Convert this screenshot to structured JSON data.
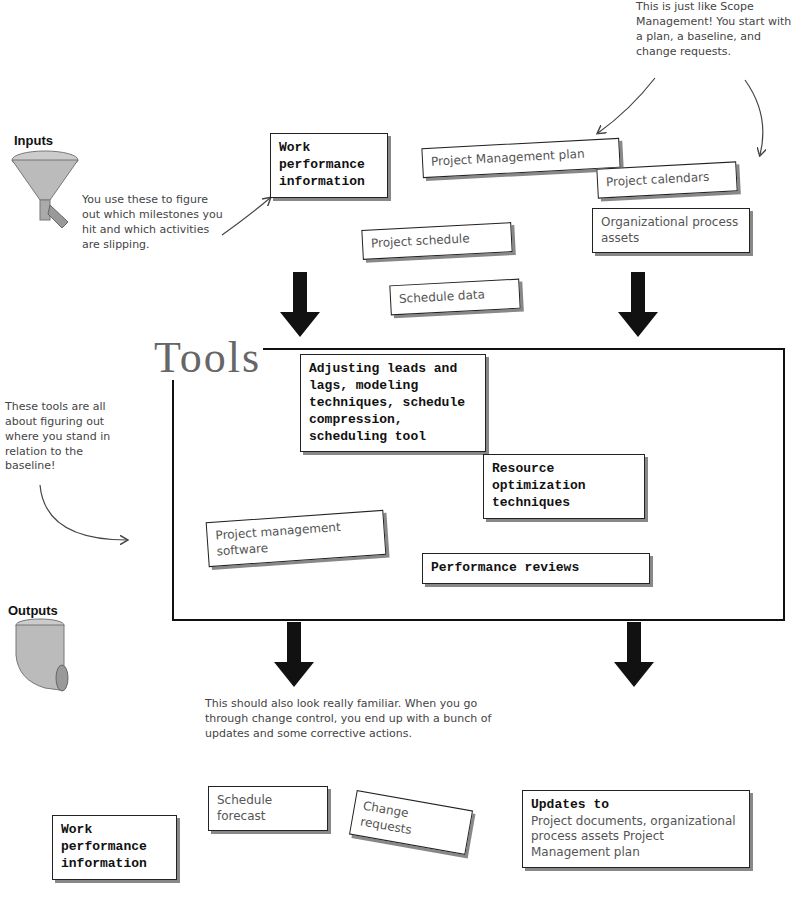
{
  "diagram": {
    "nodes": [
      {
        "text": [
          "Work performance information"
        ]
      },
      {
        "text": [
          "Project Management plan"
        ]
      },
      {
        "text": [
          "Project calendars"
        ]
      },
      {
        "text": [
          "Organizational process assets"
        ]
      },
      {
        "text": [
          "Project schedule"
        ]
      },
      {
        "text": [
          "Schedule data"
        ]
      },
      {
        "text": [
          "Tools"
        ]
      },
      {
        "text": [
          "Adjusting leads and lags, modeling techniques, schedule compression, scheduling tool"
        ],
        "in": 6
      },
      {
        "text": [
          "Resource optimization techniques"
        ],
        "in": 6
      },
      {
        "text": [
          "Project management software"
        ],
        "in": 6
      },
      {
        "text": [
          "Performance reviews"
        ],
        "in": 6
      },
      {
        "text": [
          "Work performance information"
        ]
      },
      {
        "text": [
          "Schedule forecast"
        ]
      },
      {
        "text": [
          "Change requests"
        ]
      },
      {
        "text": [
          "Updates to",
          "Project documents, organizational process assets Project Management plan"
        ]
      }
    ],
    "labels": [
      "Inputs",
      "Outputs",
      "This is just like Scope Management! You start with a plan, a baseline, and change requests.",
      "You use these to figure out which milestones you hit and which activities are slipping.",
      "These tools are all about figuring out where you stand in relation to the baseline!",
      "This should also look really familiar. When you go through change control, you end up with a bunch of updates and some corrective actions."
    ]
  }
}
